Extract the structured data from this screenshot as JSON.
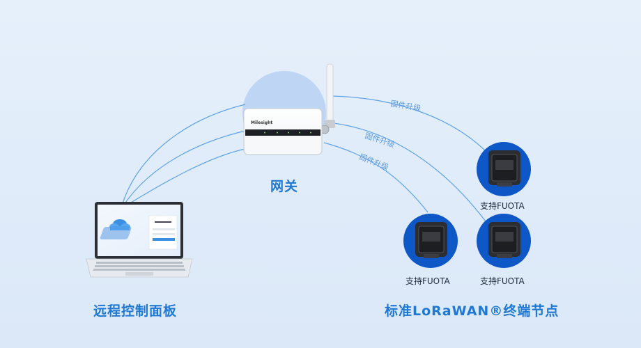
{
  "gateway_label": "网关",
  "console_label": "远程控制面板",
  "end_nodes_label": "标准LoRaWAN®终端节点",
  "link_label": "固件升级",
  "node_labels": [
    "支持FUOTA",
    "支持FUOTA",
    "支持FUOTA"
  ],
  "device_brand": "Milesight",
  "colors": {
    "accent": "#1f78d1",
    "node_circle": "#0d57c6",
    "link_line": "#5ea3e6",
    "gateway_halo": "#b9d0f2"
  }
}
